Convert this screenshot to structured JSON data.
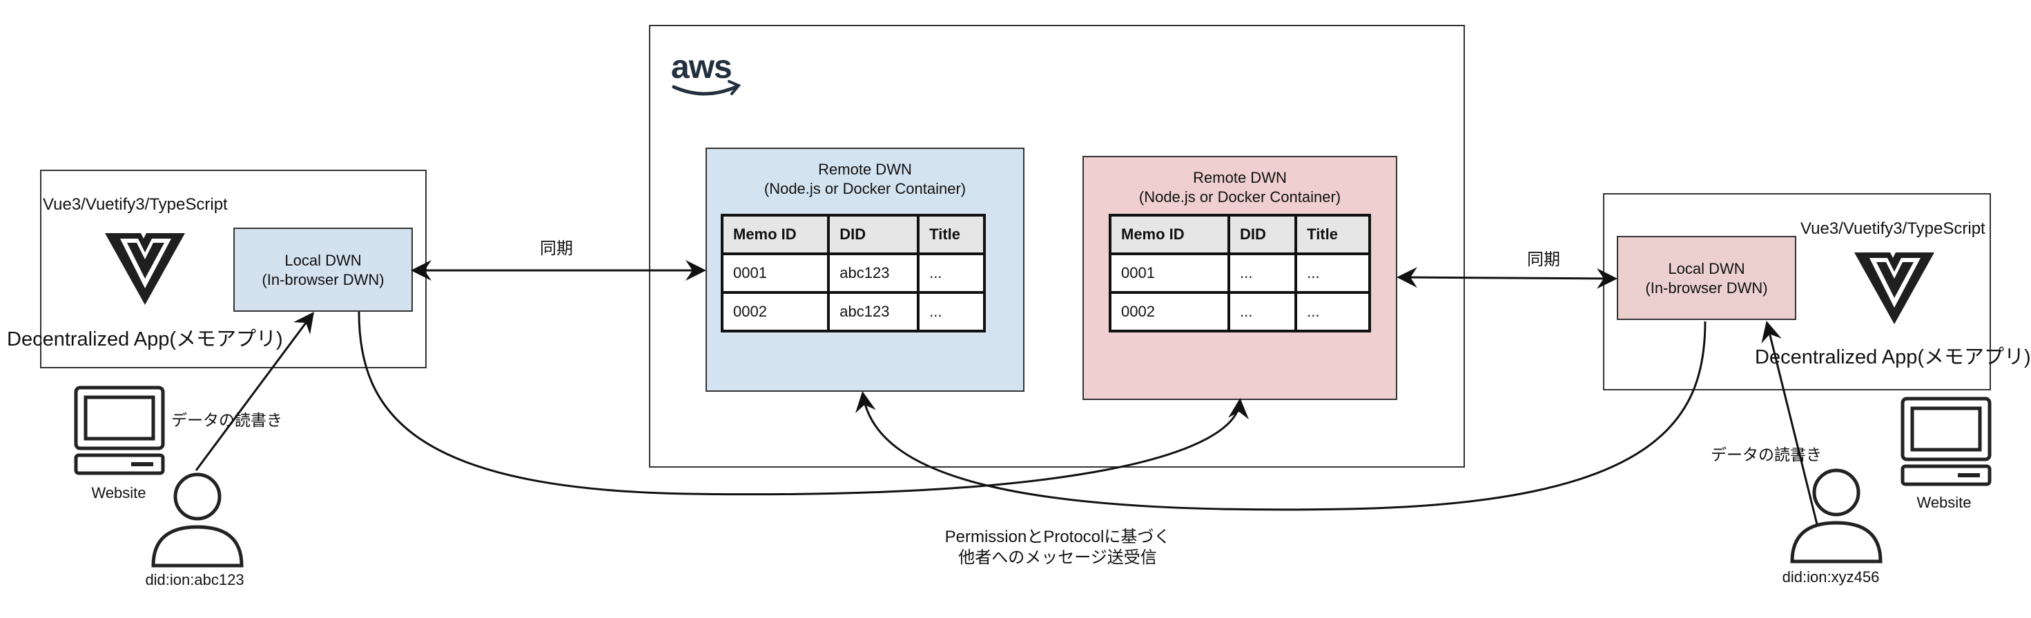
{
  "left_app": {
    "framework": "Vue3/Vuetify3/TypeScript",
    "app_name": "Decentralized App(メモアプリ)",
    "logo_icon": "vuetify-logo-icon",
    "local_dwn": {
      "line1": "Local DWN",
      "line2": "(In-browser DWN)"
    }
  },
  "right_app": {
    "framework": "Vue3/Vuetify3/TypeScript",
    "app_name": "Decentralized App(メモアプリ)",
    "logo_icon": "vuetify-logo-icon",
    "local_dwn": {
      "line1": "Local DWN",
      "line2": "(In-browser DWN)"
    }
  },
  "aws": {
    "logo_text": "aws",
    "remote_dwn_left": {
      "line1": "Remote DWN",
      "line2": "(Node.js or Docker Container)",
      "table": {
        "headers": [
          "Memo ID",
          "DID",
          "Title"
        ],
        "rows": [
          [
            "0001",
            "abc123",
            "..."
          ],
          [
            "0002",
            "abc123",
            "..."
          ]
        ]
      }
    },
    "remote_dwn_right": {
      "line1": "Remote DWN",
      "line2": "(Node.js or Docker Container)",
      "table": {
        "headers": [
          "Memo ID",
          "DID",
          "Title"
        ],
        "rows": [
          [
            "0001",
            "...",
            "..."
          ],
          [
            "0002",
            "...",
            "..."
          ]
        ]
      }
    }
  },
  "edges": {
    "sync_left": "同期",
    "sync_right": "同期",
    "read_write_left": "データの読書き",
    "read_write_right": "データの読書き",
    "messaging_line1": "PermissionとProtocolに基づく",
    "messaging_line2": "他者へのメッセージ送受信"
  },
  "users": {
    "left": {
      "website": "Website",
      "did": "did:ion:abc123"
    },
    "right": {
      "website": "Website",
      "did": "did:ion:xyz456"
    }
  },
  "colors": {
    "local_dwn_left": "#d4e1ef",
    "remote_dwn_left": "#d4e3f0",
    "remote_dwn_right": "#efcfcf",
    "local_dwn_right": "#ecd0d0",
    "aws_smile": "#232f3e"
  }
}
